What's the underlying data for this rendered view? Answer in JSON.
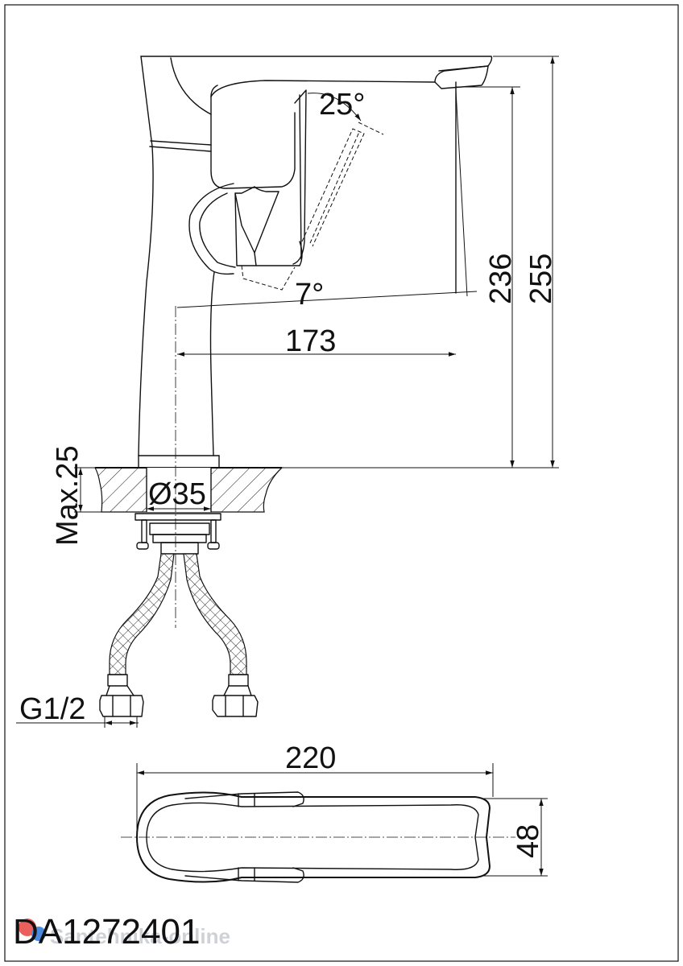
{
  "dimensions": {
    "lever_angle": "25°",
    "spout_angle": "7°",
    "reach": "173",
    "spout_height": "236",
    "total_height": "255",
    "max_thickness": "Max.25",
    "hole_diameter": "Ø35",
    "thread": "G1/2",
    "length": "220",
    "width": "48"
  },
  "model_number": "DA1272401",
  "watermark": {
    "text": "Santehnika-online"
  },
  "colors": {
    "line": "#111111",
    "background": "#ffffff",
    "watermark_red": "#e53935",
    "watermark_blue": "#1e6fd9"
  }
}
